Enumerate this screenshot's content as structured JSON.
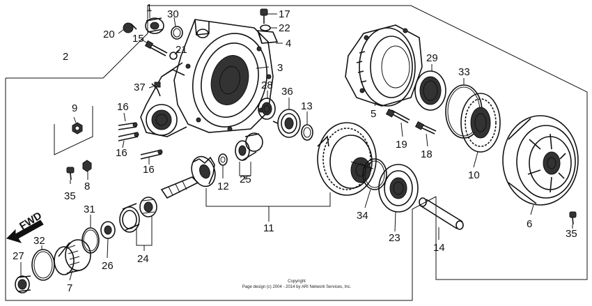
{
  "callouts": {
    "c1": "1",
    "c2": "2",
    "c3": "3",
    "c4": "4",
    "c5": "5",
    "c6": "6",
    "c7": "7",
    "c8": "8",
    "c9": "9",
    "c10": "10",
    "c11": "11",
    "c12": "12",
    "c13": "13",
    "c14": "14",
    "c15": "15",
    "c16a": "16",
    "c16b": "16",
    "c16c": "16",
    "c17": "17",
    "c18": "18",
    "c19": "19",
    "c20": "20",
    "c21": "21",
    "c22": "22",
    "c23": "23",
    "c24": "24",
    "c25": "25",
    "c26": "26",
    "c27": "27",
    "c28": "28",
    "c29": "29",
    "c30": "30",
    "c31": "31",
    "c32": "32",
    "c33": "33",
    "c34": "34",
    "c35a": "35",
    "c35b": "35",
    "c36": "36",
    "c37": "37"
  },
  "fwd_label": "FWD",
  "copyright": {
    "line1": "Copyright",
    "line2": "Page design (c) 2004 - 2014 by ARI Network Services, Inc."
  }
}
